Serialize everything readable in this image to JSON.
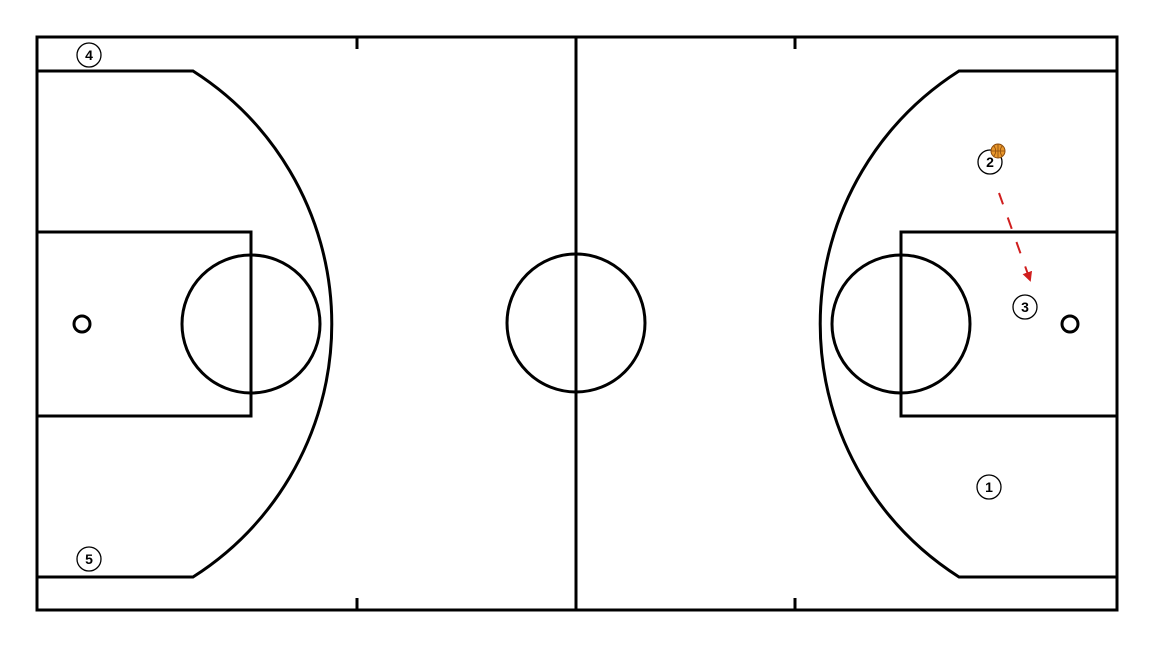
{
  "court": {
    "line_color": "#000000",
    "background_color": "#ffffff"
  },
  "players": [
    {
      "id": "player-1",
      "label": "1"
    },
    {
      "id": "player-2",
      "label": "2"
    },
    {
      "id": "player-3",
      "label": "3"
    },
    {
      "id": "player-4",
      "label": "4"
    },
    {
      "id": "player-5",
      "label": "5"
    }
  ],
  "ball": {
    "icon": "basketball-icon",
    "color": "#e8962b",
    "holder": "player-2"
  },
  "pass": {
    "from": "player-2",
    "to": "player-3",
    "style": "dashed",
    "color": "#d01e1e",
    "icon": "pass-arrow-icon"
  }
}
